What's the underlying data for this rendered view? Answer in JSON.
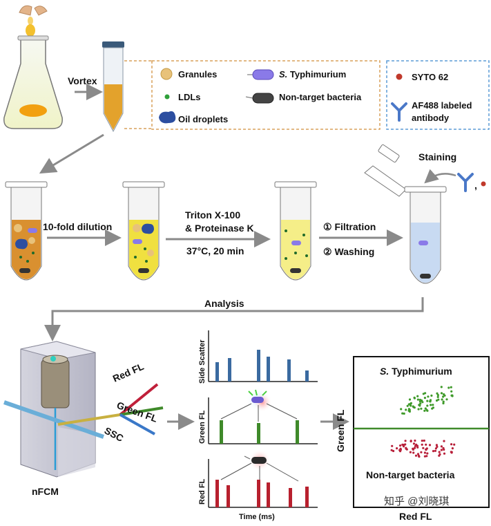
{
  "steps": {
    "vortex": "Vortex",
    "dilution": "10-fold dilution",
    "triton": "Triton X-100",
    "proteinase": "& Proteinase K",
    "incubation": "37°C, 20 min",
    "filtration": "① Filtration",
    "washing": "② Washing",
    "staining": "Staining",
    "analysis": "Analysis"
  },
  "legend_sample": {
    "granules": "Granules",
    "ldls": "LDLs",
    "oil": "Oil droplets",
    "styph_prefix": "S.",
    "styph_name": " Typhimurium",
    "nontarget": "Non-target bacteria"
  },
  "legend_stain": {
    "syto": "SYTO 62",
    "af488_line1": "AF488 labeled",
    "af488_line2": "antibody",
    "comma": ","
  },
  "instrument": {
    "name": "nFCM",
    "red_fl": "Red FL",
    "green_fl": "Green FL",
    "ssc": "SSC"
  },
  "signals": {
    "side_scatter": "Side Scatter",
    "green_fl": "Green FL",
    "red_fl": "Red FL",
    "time": "Time (ms)"
  },
  "result": {
    "top_prefix": "S.",
    "top_name": " Typhimurium",
    "bottom": "Non-target bacteria",
    "y_axis": "Green FL",
    "x_axis": "Red FL"
  },
  "watermark": "知乎 @刘晓琪",
  "colors": {
    "ssc_bar": "#3a6aa0",
    "green_bar": "#3f8a2a",
    "red_bar": "#b8202e",
    "arrow": "#8a8a8a",
    "dash_orange": "#d9a05a",
    "dash_blue": "#5b9bd5"
  }
}
